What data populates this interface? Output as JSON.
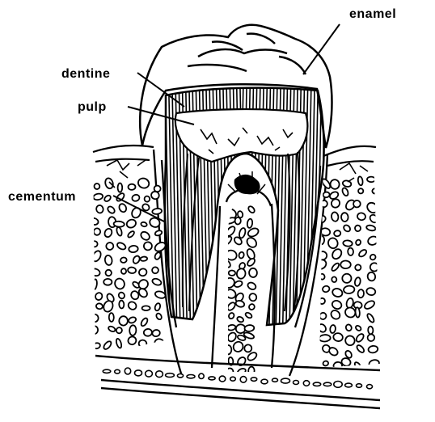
{
  "labels": {
    "enamel": "enamel",
    "dentine": "dentine",
    "pulp": "pulp",
    "cementum": "cementum"
  },
  "colors": {
    "ink": "#000000",
    "background": "#ffffff"
  }
}
